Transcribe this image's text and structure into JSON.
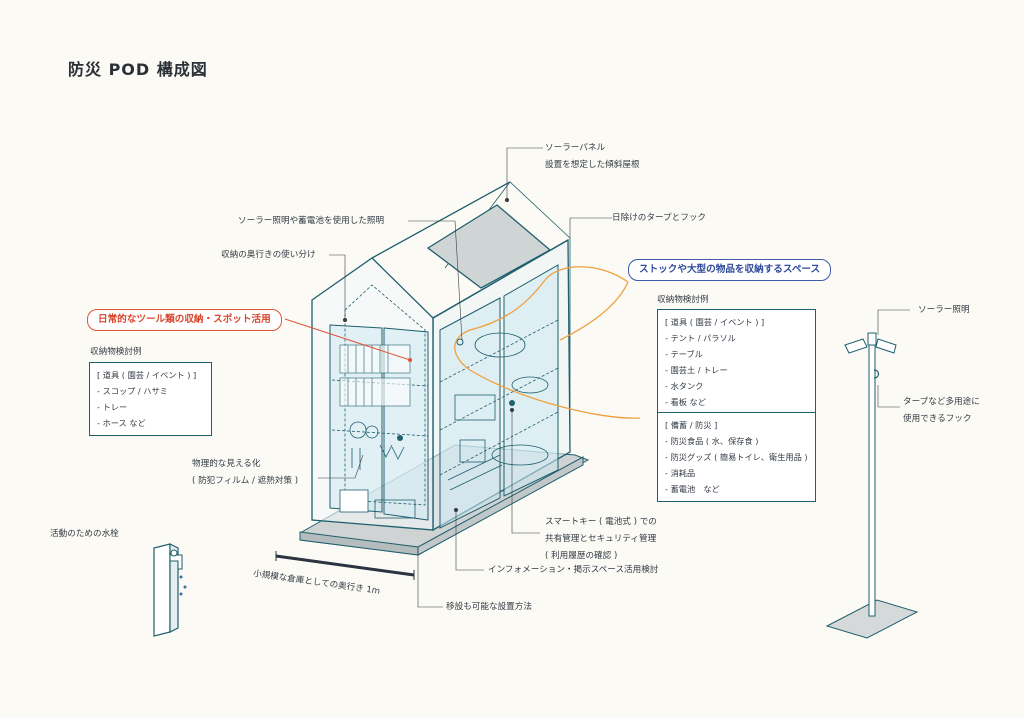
{
  "title": "防災 POD 構成図",
  "callouts": {
    "solar_panel_1": "ソーラーパネル",
    "solar_panel_2": "設置を想定した傾斜屋根",
    "solar_lighting": "ソーラー照明や蓄電池を使用した照明",
    "sunshade": "日除けのタープとフック",
    "depth_division": "収納の奥行きの使い分け",
    "visualization_1": "物理的な見える化",
    "visualization_2": "( 防犯フィルム / 遮熱対策 )",
    "smartkey_1": "スマートキー ( 電池式 ) での",
    "smartkey_2": "共有管理とセキュリティ管理",
    "smartkey_3": "( 利用履歴の確認 )",
    "information": "インフォメーション・掲示スペース活用検討",
    "relocatable": "移設も可能な設置方法",
    "depth_dim": "小規模な倉庫としての奥行き 1m",
    "water_tap": "活動のための水栓",
    "solar_light_pole": "ソーラー照明",
    "hook_1": "タープなど多用途に",
    "hook_2": "使用できるフック"
  },
  "highlights": {
    "red": "日常的なツール類の収納・スポット活用",
    "blue": "ストックや大型の物品を収納するスペース"
  },
  "left_list": {
    "heading": "収納物検討例",
    "group": "[ 道具 ( 園芸 / イベント ) ]",
    "items": [
      "スコップ / ハサミ",
      "トレー",
      "ホース など"
    ]
  },
  "right_list": {
    "heading": "収納物検討例",
    "group1": "[ 道具 ( 園芸 / イベント ) ]",
    "items1": [
      "テント / パラソル",
      "テーブル",
      "園芸土 / トレー",
      "水タンク",
      "看板 など"
    ],
    "group2": "[ 備蓄 / 防災 ]",
    "items2": [
      "防災食品 ( 水、保存食 )",
      "防災グッズ ( 簡易トイレ、衛生用品 )",
      "消耗品",
      "蓄電池　など"
    ]
  },
  "colors": {
    "line": "#1f5f6e",
    "glass": "#c9e8f2",
    "orange": "#f0a040",
    "red": "#e0553a",
    "blue": "#3e5aa8"
  }
}
